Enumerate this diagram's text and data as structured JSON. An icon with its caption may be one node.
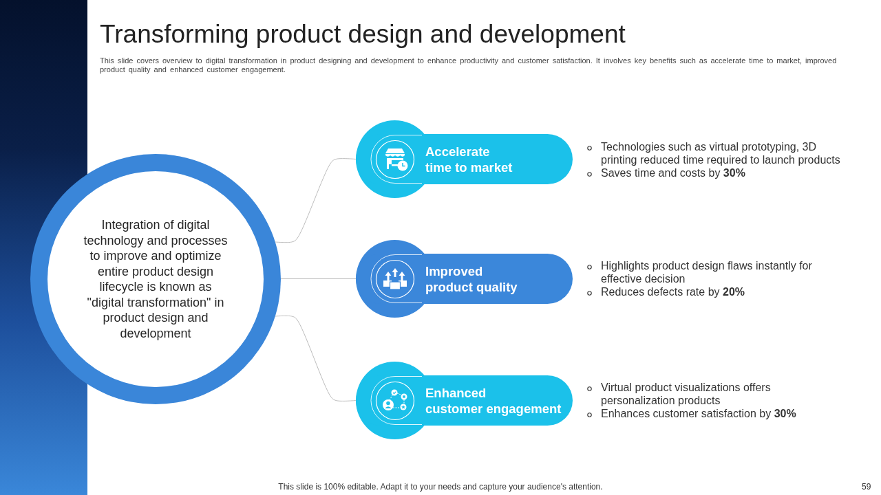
{
  "diagram": {
    "title": "Transforming product design and development",
    "caption": "This slide covers overview to digital transformation in product designing and development to enhance productivity and customer satisfaction. It involves key benefits such as accelerate time to market, improved product quality and enhanced customer engagement.",
    "nodes": [
      {
        "text": [],
        "shape": "bar"
      },
      {
        "text": [
          "Integration of digital technology and processes to improve and optimize entire product design lifecycle is known as \"digital transformation\" in product design and development"
        ]
      },
      {
        "text": [
          "Accelerate time to market"
        ],
        "beside": [
          "Technologies such as virtual prototyping, 3D printing reduced time required to launch products",
          "Saves time and costs by **30%**"
        ]
      },
      {
        "text": [
          "Improved product quality"
        ],
        "beside": [
          "Highlights product design flaws instantly for effective decision",
          "Reduces defects rate by **20%**"
        ]
      },
      {
        "text": [
          "Enhanced customer engagement"
        ],
        "beside": [
          "Virtual product visualizations offers personalization products",
          "Enhances customer satisfaction by **30%**"
        ]
      }
    ],
    "edges": [
      {
        "from": 1,
        "to": 2,
        "arrow": "none"
      },
      {
        "from": 1,
        "to": 3,
        "arrow": "none"
      },
      {
        "from": 1,
        "to": 4,
        "arrow": "none"
      }
    ],
    "labels": [
      "This slide is 100% editable. Adapt it to your needs and capture your audience's attention.",
      "59"
    ]
  }
}
